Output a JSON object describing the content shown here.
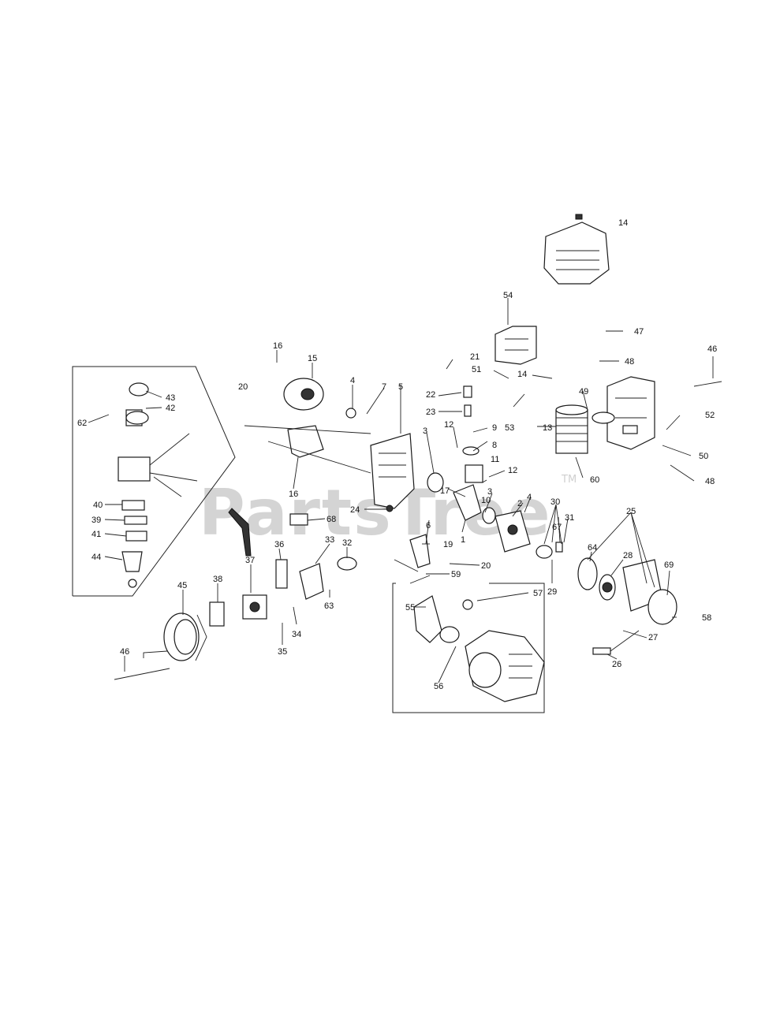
{
  "watermark": {
    "text": "PartsTree",
    "trademark": "TM"
  },
  "labels": [
    {
      "id": "l14a",
      "text": "14"
    },
    {
      "id": "l54",
      "text": "54"
    },
    {
      "id": "l47",
      "text": "47"
    },
    {
      "id": "l48a",
      "text": "48"
    },
    {
      "id": "l46a",
      "text": "46"
    },
    {
      "id": "l16a",
      "text": "16"
    },
    {
      "id": "l15",
      "text": "15"
    },
    {
      "id": "l20a",
      "text": "20"
    },
    {
      "id": "l4a",
      "text": "4"
    },
    {
      "id": "l7",
      "text": "7"
    },
    {
      "id": "l5",
      "text": "5"
    },
    {
      "id": "l21",
      "text": "21"
    },
    {
      "id": "l51",
      "text": "51"
    },
    {
      "id": "l14b",
      "text": "14"
    },
    {
      "id": "l22",
      "text": "22"
    },
    {
      "id": "l23",
      "text": "23"
    },
    {
      "id": "l53",
      "text": "53"
    },
    {
      "id": "l13",
      "text": "13"
    },
    {
      "id": "l49",
      "text": "49"
    },
    {
      "id": "l52",
      "text": "52"
    },
    {
      "id": "l50",
      "text": "50"
    },
    {
      "id": "l48b",
      "text": "48"
    },
    {
      "id": "l60",
      "text": "60"
    },
    {
      "id": "l43",
      "text": "43"
    },
    {
      "id": "l42",
      "text": "42"
    },
    {
      "id": "l62",
      "text": "62"
    },
    {
      "id": "l3a",
      "text": "3"
    },
    {
      "id": "l12a",
      "text": "12"
    },
    {
      "id": "l9",
      "text": "9"
    },
    {
      "id": "l8",
      "text": "8"
    },
    {
      "id": "l17",
      "text": "17"
    },
    {
      "id": "l11",
      "text": "11"
    },
    {
      "id": "l12b",
      "text": "12"
    },
    {
      "id": "l16b",
      "text": "16"
    },
    {
      "id": "l2",
      "text": "2"
    },
    {
      "id": "l10",
      "text": "10"
    },
    {
      "id": "l3b",
      "text": "3"
    },
    {
      "id": "l4b",
      "text": "4"
    },
    {
      "id": "l30",
      "text": "30"
    },
    {
      "id": "l25",
      "text": "25"
    },
    {
      "id": "l40",
      "text": "40"
    },
    {
      "id": "l39",
      "text": "39"
    },
    {
      "id": "l41",
      "text": "41"
    },
    {
      "id": "l44",
      "text": "44"
    },
    {
      "id": "l24",
      "text": "24"
    },
    {
      "id": "l68",
      "text": "68"
    },
    {
      "id": "l6",
      "text": "6"
    },
    {
      "id": "l1",
      "text": "1"
    },
    {
      "id": "l67",
      "text": "67"
    },
    {
      "id": "l31",
      "text": "31"
    },
    {
      "id": "l64",
      "text": "64"
    },
    {
      "id": "l28",
      "text": "28"
    },
    {
      "id": "l69",
      "text": "69"
    },
    {
      "id": "l36",
      "text": "36"
    },
    {
      "id": "l33",
      "text": "33"
    },
    {
      "id": "l32",
      "text": "32"
    },
    {
      "id": "l19",
      "text": "19"
    },
    {
      "id": "l20b",
      "text": "20"
    },
    {
      "id": "l29",
      "text": "29"
    },
    {
      "id": "l37",
      "text": "37"
    },
    {
      "id": "l59",
      "text": "59"
    },
    {
      "id": "l38",
      "text": "38"
    },
    {
      "id": "l45",
      "text": "45"
    },
    {
      "id": "l63",
      "text": "63"
    },
    {
      "id": "l57",
      "text": "57"
    },
    {
      "id": "l55",
      "text": "55"
    },
    {
      "id": "l58",
      "text": "58"
    },
    {
      "id": "l27",
      "text": "27"
    },
    {
      "id": "l34",
      "text": "34"
    },
    {
      "id": "l35",
      "text": "35"
    },
    {
      "id": "l26",
      "text": "26"
    },
    {
      "id": "l46b",
      "text": "46"
    },
    {
      "id": "l56",
      "text": "56"
    }
  ]
}
